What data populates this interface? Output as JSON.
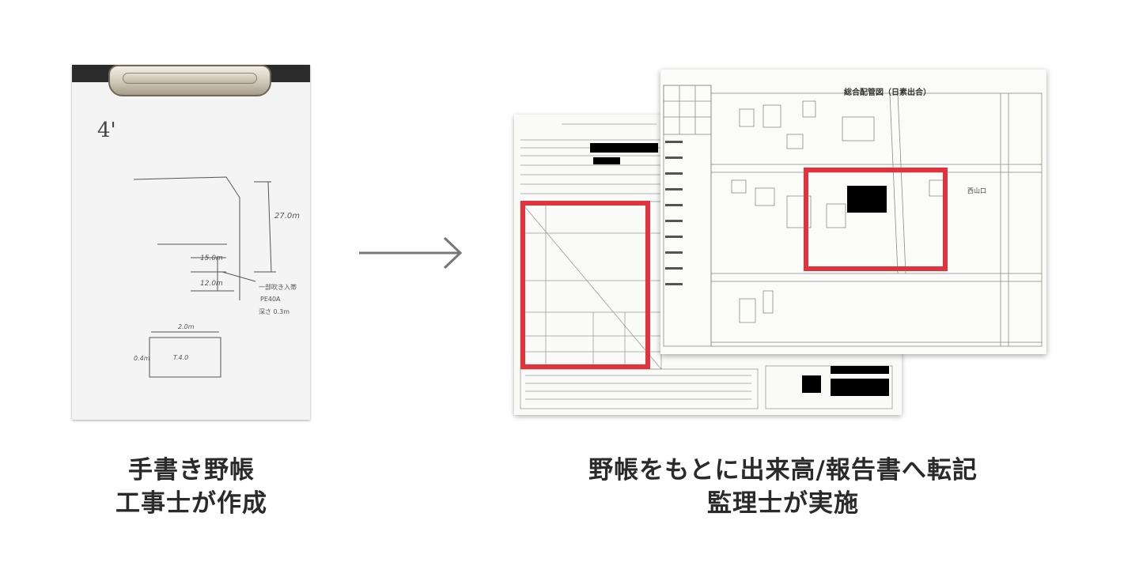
{
  "left_panel": {
    "caption_line1": "手書き野帳",
    "caption_line2": "工事士が作成",
    "sketch_notes": {
      "corner_mark": "4'",
      "dim_right": "27.0m",
      "dim_mid1": "15.0m",
      "dim_mid2": "12.0m",
      "note1": "一部吹き入帯",
      "note2": "PE40A",
      "note3": "深さ 0.3m",
      "dim_top_small": "2.0m",
      "dim_left_small": "0.4m",
      "box_label": "T.4.0"
    }
  },
  "arrow": {
    "icon": "arrow-right-icon",
    "color": "#777777"
  },
  "right_panel": {
    "caption_line1": "野帳をもとに出来高/報告書へ転記",
    "caption_line2": "監理士が実施",
    "map_title": "総合配管図（日素出合）",
    "map_place_label": "西山口",
    "highlight_color": "#e0333b"
  }
}
